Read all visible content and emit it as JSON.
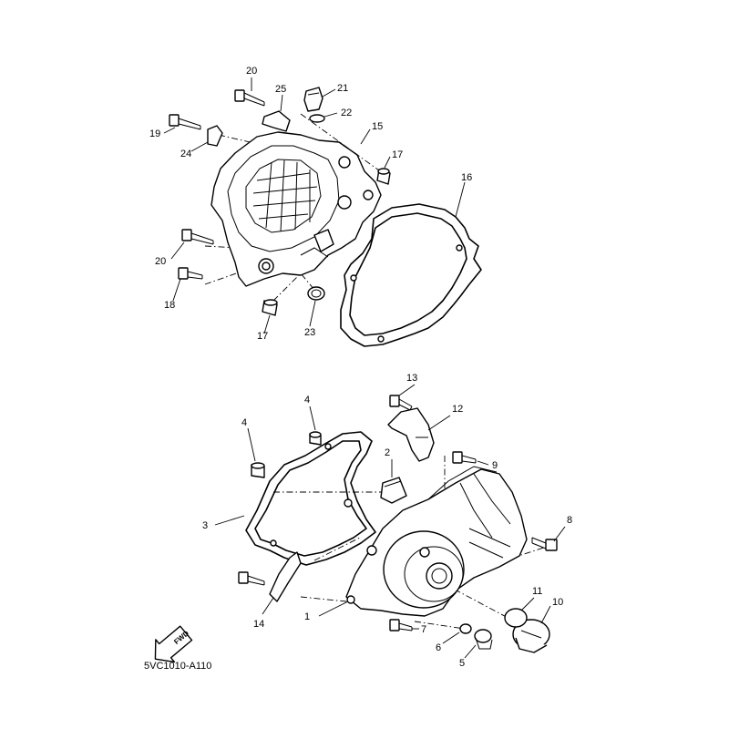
{
  "diagram": {
    "code": "5VC1010-A110",
    "fwd_label": "FWD",
    "callouts": [
      "1",
      "2",
      "3",
      "4",
      "4",
      "5",
      "6",
      "7",
      "8",
      "9",
      "10",
      "11",
      "12",
      "13",
      "14",
      "15",
      "16",
      "17",
      "17",
      "18",
      "19",
      "20",
      "20",
      "21",
      "22",
      "23",
      "24",
      "25"
    ]
  }
}
